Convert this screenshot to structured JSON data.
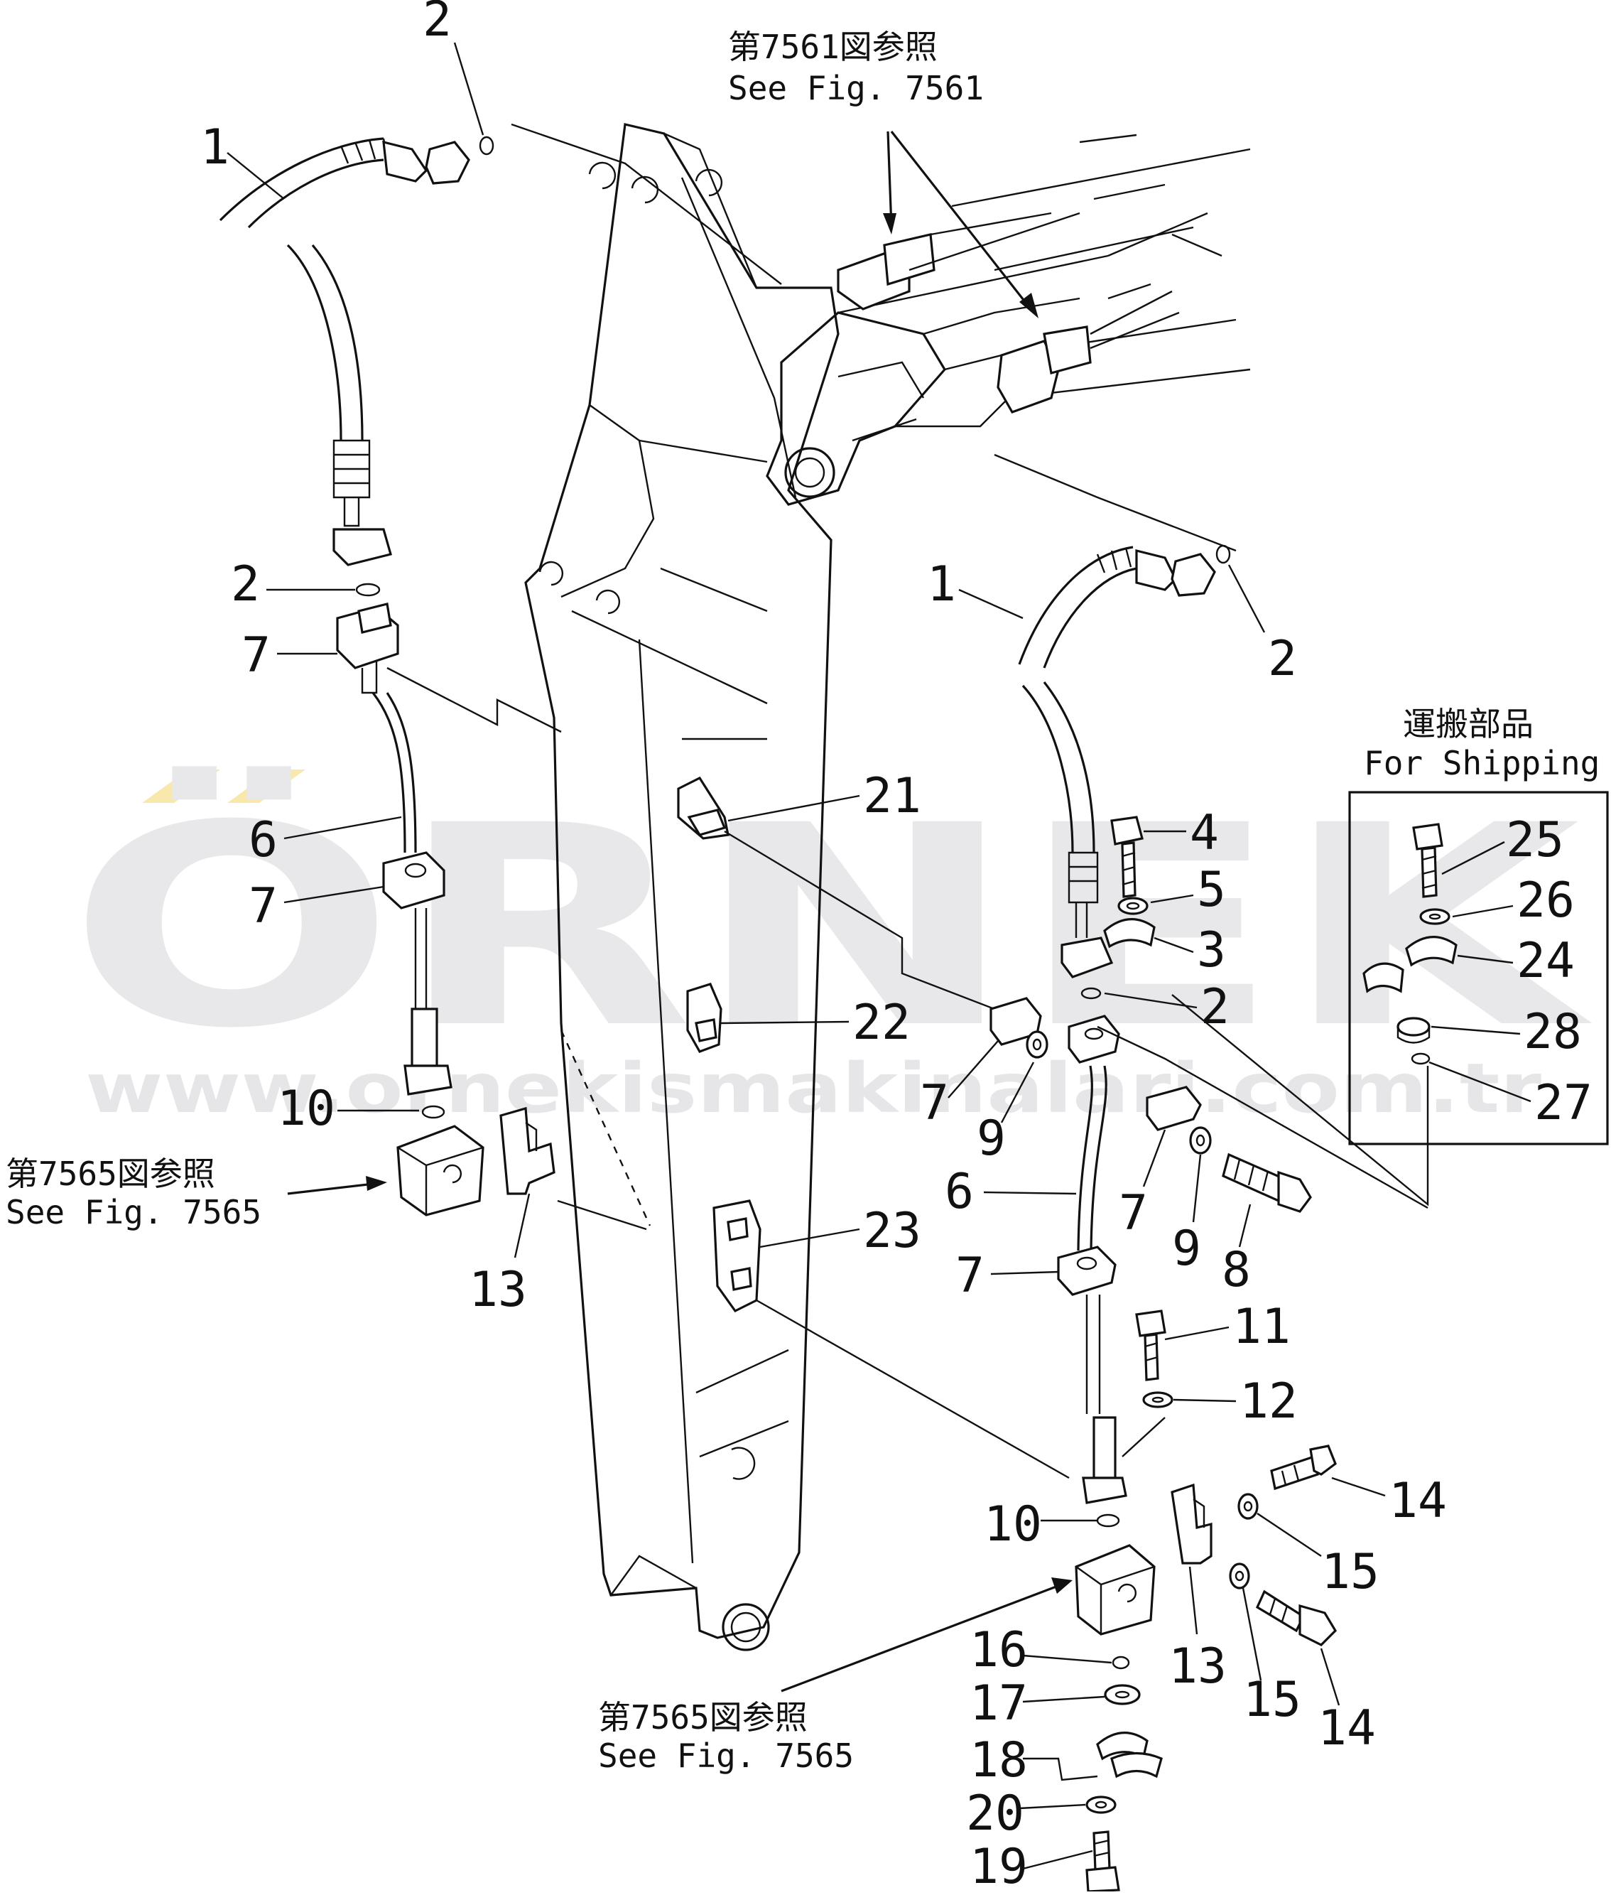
{
  "references": {
    "top": {
      "jp": "第7561図参照",
      "en": "See  Fig. 7561"
    },
    "left": {
      "jp": "第7565図参照",
      "en": "See  Fig. 7565"
    },
    "bottom": {
      "jp": "第7565図参照",
      "en": "See  Fig. 7565"
    }
  },
  "shipping_box": {
    "jp": "運搬部品",
    "en": "For  Shipping"
  },
  "watermark": {
    "brand": "ÖRNEK",
    "url": "www.ornekismakinalari.com.tr",
    "accent": "#f3d35a"
  },
  "callouts": {
    "l_2a": "2",
    "l_1": "1",
    "l_2b": "2",
    "l_7a": "7",
    "l_6": "6",
    "l_7b": "7",
    "l_10": "10",
    "l_13": "13",
    "c_21": "21",
    "c_22": "22",
    "c_23": "23",
    "r_1": "1",
    "r_2a": "2",
    "r_4": "4",
    "r_5": "5",
    "r_3": "3",
    "r_2b": "2",
    "r_7a": "7",
    "r_9a": "9",
    "r_7b": "7",
    "r_9b": "9",
    "r_8": "8",
    "r_6": "6",
    "r_7c": "7",
    "r_11": "11",
    "r_12": "12",
    "r_10": "10",
    "r_14a": "14",
    "r_15a": "15",
    "r_13": "13",
    "r_15b": "15",
    "r_14b": "14",
    "r_16": "16",
    "r_17": "17",
    "r_18": "18",
    "r_20": "20",
    "r_19": "19",
    "s_25": "25",
    "s_26": "26",
    "s_24": "24",
    "s_28": "28",
    "s_27": "27"
  }
}
